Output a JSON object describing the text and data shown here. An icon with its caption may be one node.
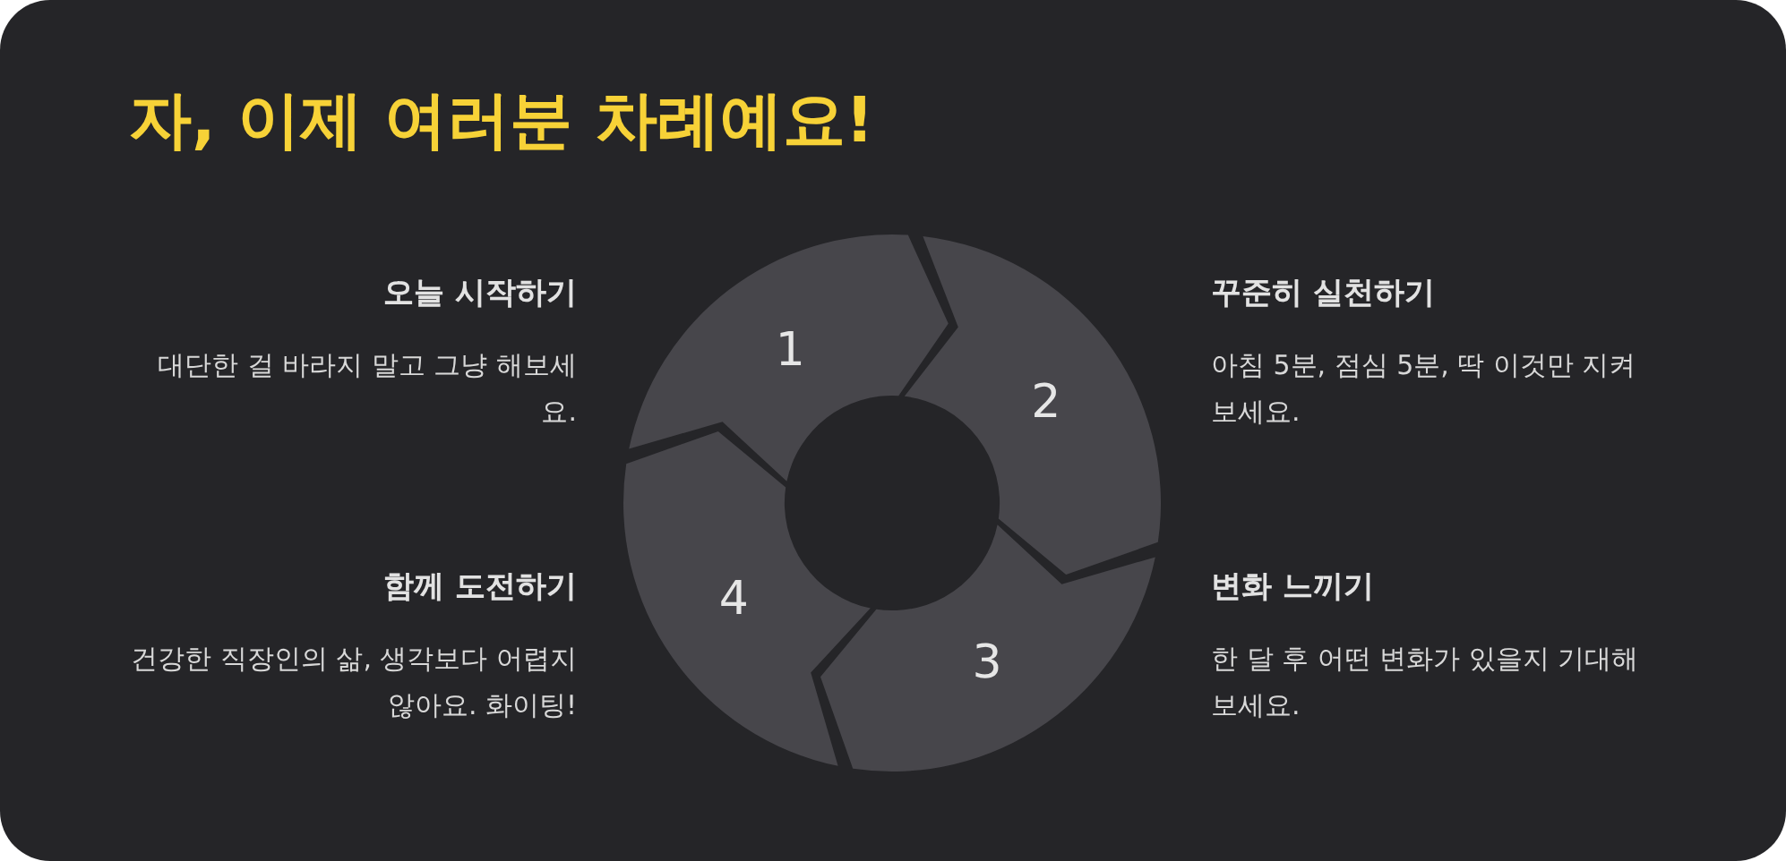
{
  "diagram": {
    "title": "자, 이제 여러분 차례예요!",
    "nodes": [
      {
        "text": [
          "1"
        ],
        "beside": [
          "오늘 시작하기",
          "대단한 걸 바라지 말고 그냥 해보세요."
        ]
      },
      {
        "text": [
          "2"
        ],
        "beside": [
          "꾸준히 실천하기",
          "아침 5분, 점심 5분, 딱 이것만 지켜보세요."
        ]
      },
      {
        "text": [
          "3"
        ],
        "beside": [
          "변화 느끼기",
          "한 달 후 어떤 변화가 있을지 기대해보세요."
        ]
      },
      {
        "text": [
          "4"
        ],
        "beside": [
          "함께 도전하기",
          "건강한 직장인의 삶, 생각보다 어렵지 않아요. 화이팅!"
        ]
      }
    ]
  }
}
